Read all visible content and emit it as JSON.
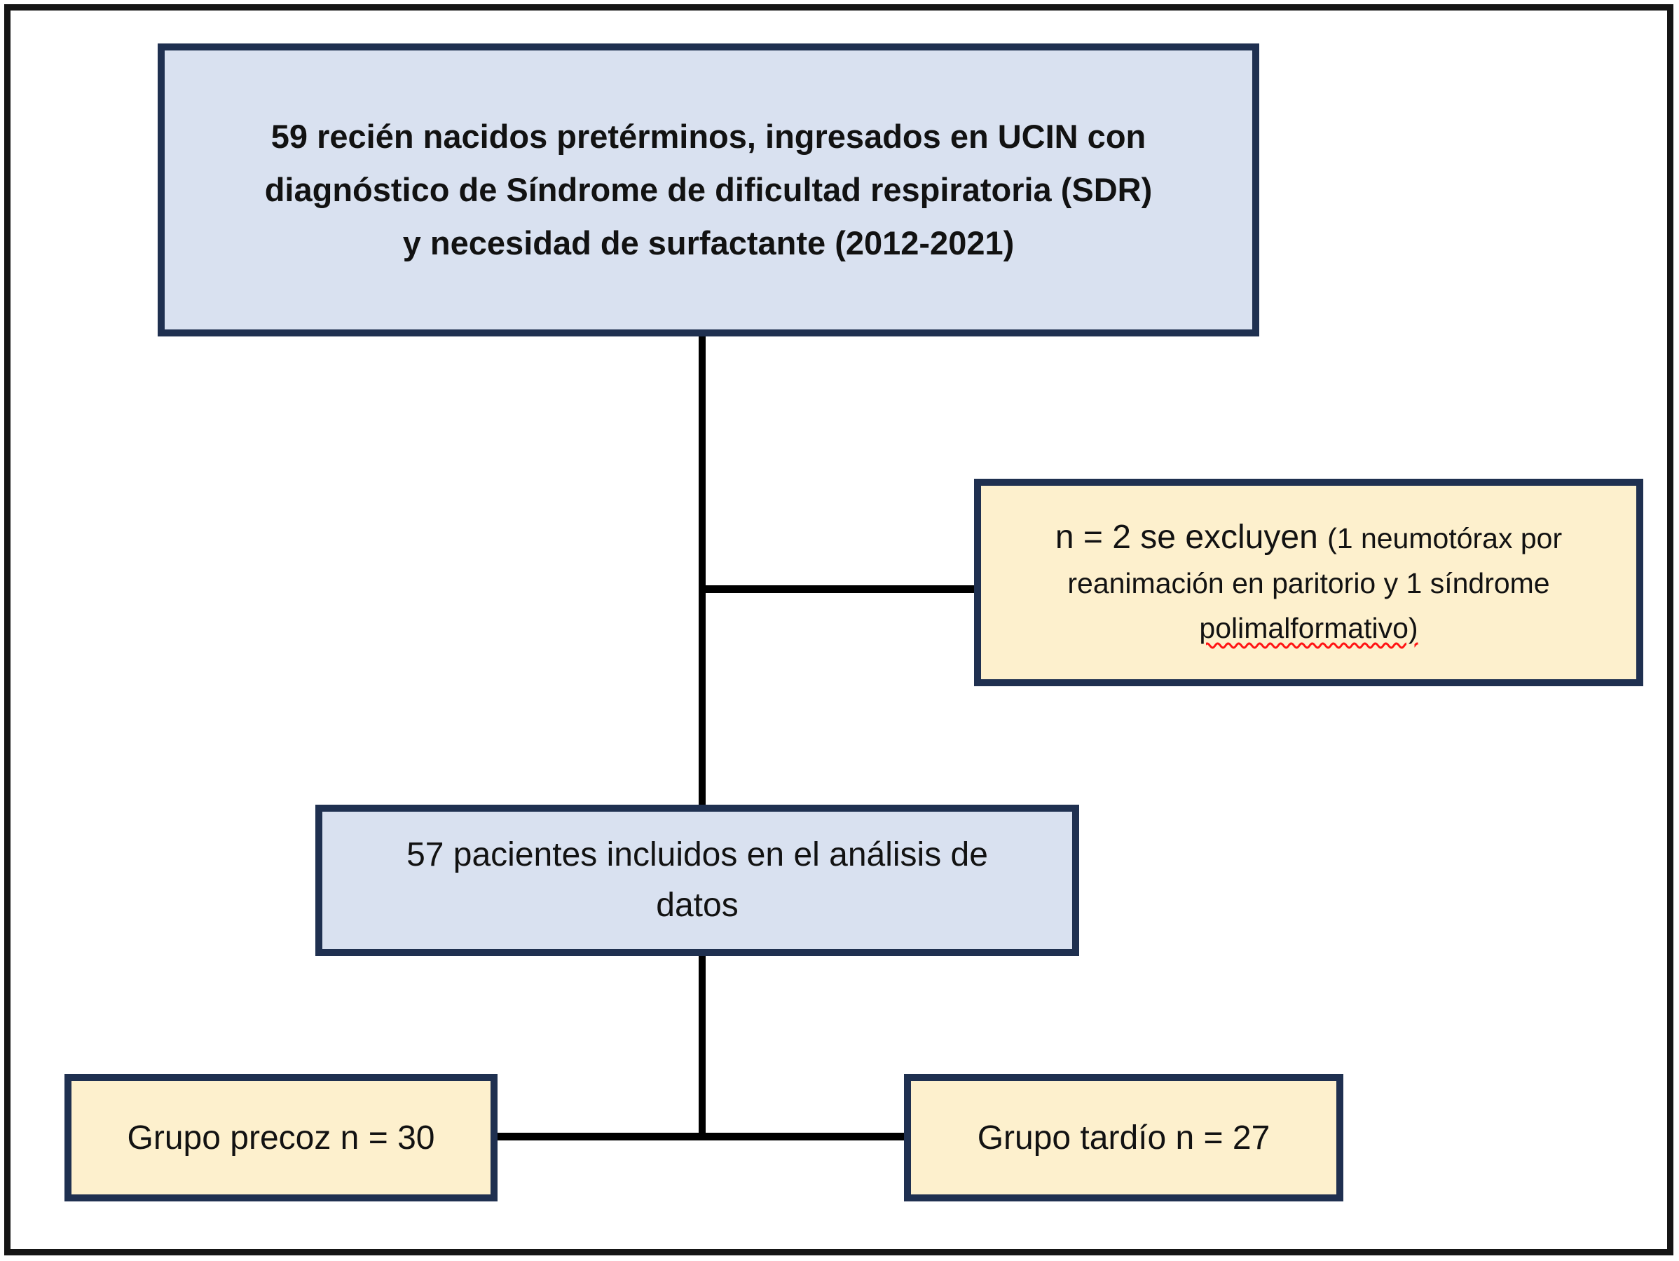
{
  "diagram": {
    "top_box": {
      "lines": [
        "59 recién nacidos pretérminos, ingresados en UCIN con",
        "diagnóstico de Síndrome de dificultad respiratoria (SDR)",
        "y necesidad de surfactante (2012-2021)"
      ]
    },
    "exclusion_box": {
      "lead": "n = 2 se excluyen ",
      "detail": "(1 neumotórax por reanimación en paritorio y 1 síndrome ",
      "misspelled": "polimalformativo)"
    },
    "middle_box": {
      "lines": [
        "57 pacientes incluidos en el análisis de",
        "datos"
      ]
    },
    "left_group_box": {
      "label": "Grupo precoz n = 30"
    },
    "right_group_box": {
      "label": "Grupo tardío n = 27"
    }
  },
  "colors": {
    "box_border_navy": "#1f3050",
    "box_fill_blue": "#d9e1f0",
    "box_fill_cream": "#fdf0cd",
    "connector_black": "#000000",
    "outer_frame_black": "#151515",
    "spellcheck_red": "#ff1414"
  }
}
